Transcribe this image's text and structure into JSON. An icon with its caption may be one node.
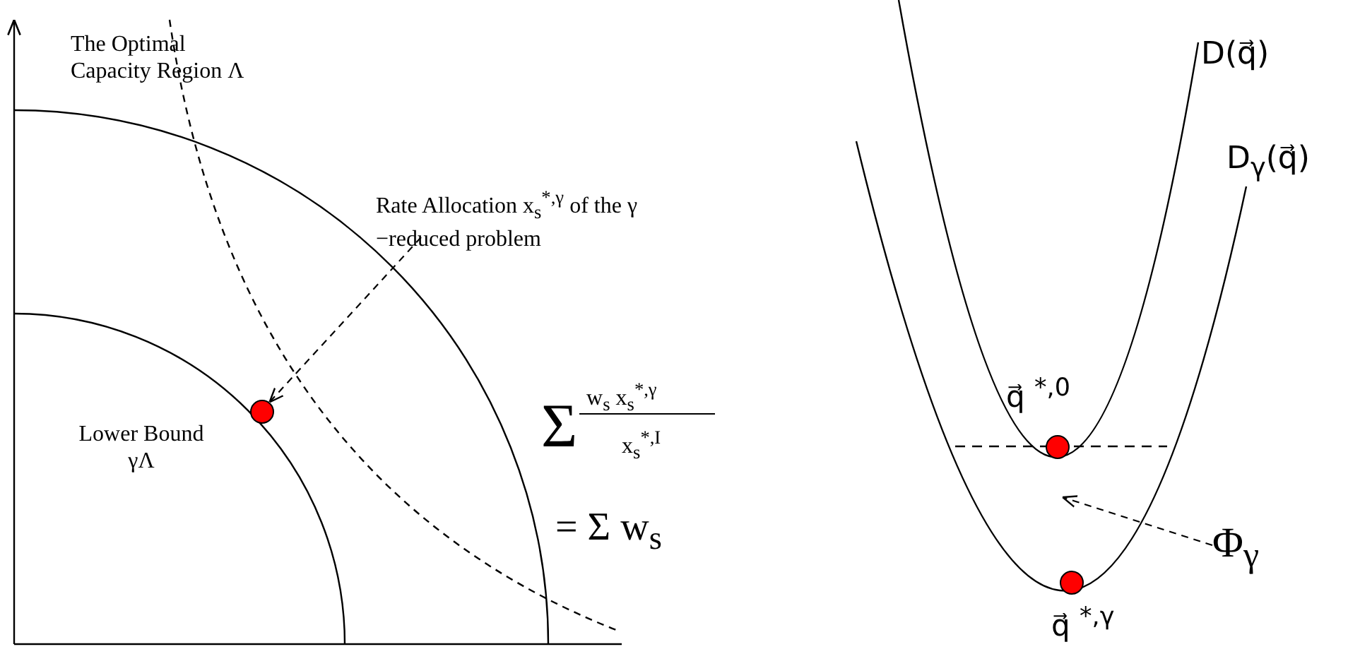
{
  "diagram": {
    "nodes": [
      {
        "text": [
          "Rate Allocation x$_{s}$$^{*,γ}$ of the γ −reduced problem"
        ]
      },
      {
        "text": [],
        "shape": "circle"
      },
      {
        "text": [],
        "shape": "circle",
        "beside": [
          "q⃗ $^{*,0}$"
        ]
      },
      {
        "text": [],
        "shape": "circle",
        "beside": [
          "q⃗ $^{*,γ}$"
        ]
      },
      {
        "text": [
          "Φ$_{γ}$"
        ]
      }
    ],
    "edges": [
      {
        "from": 0,
        "to": 1,
        "arrow": "to",
        "style": "dashed"
      },
      {
        "from": 4,
        "to": null,
        "arrow": "to",
        "style": "dashed"
      }
    ],
    "labels": [
      "The Optimal Capacity Region Λ",
      "Lower Bound γΛ",
      "Σ",
      "w$_{s}$ x$_{s}$$^{*,γ}$",
      "x$_{s}$$^{*,I}$",
      "= Σ w$_{s}$",
      "D(q⃗)",
      "D$_{γ}$(q⃗)"
    ]
  }
}
